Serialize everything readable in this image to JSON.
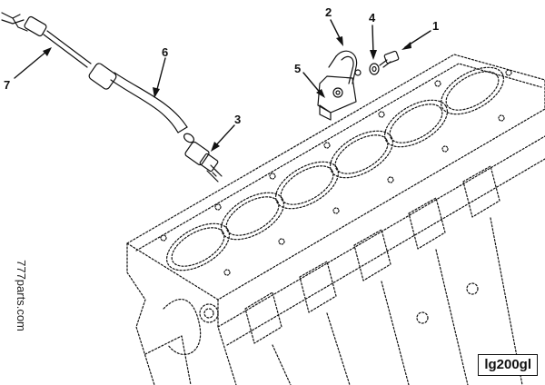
{
  "diagram": {
    "callouts": [
      {
        "id": "1",
        "label": "1"
      },
      {
        "id": "2",
        "label": "2"
      },
      {
        "id": "3",
        "label": "3"
      },
      {
        "id": "4",
        "label": "4"
      },
      {
        "id": "5",
        "label": "5"
      },
      {
        "id": "6",
        "label": "6"
      },
      {
        "id": "7",
        "label": "7"
      }
    ],
    "figure_code": "lg200gl",
    "watermark": "777parts.com",
    "colors": {
      "line": "#111111",
      "background": "#ffffff"
    }
  }
}
